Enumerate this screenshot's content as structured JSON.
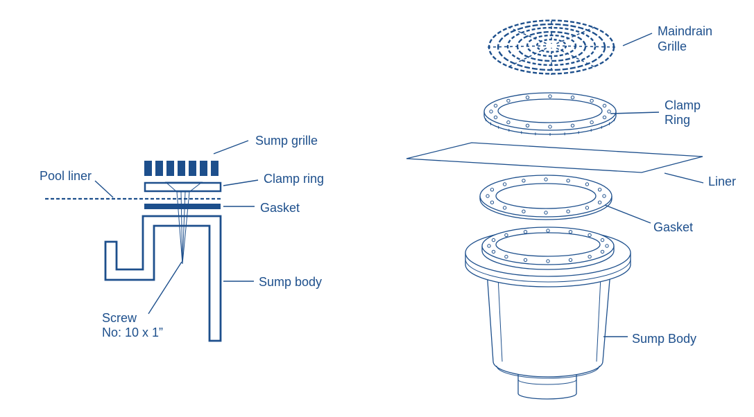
{
  "colors": {
    "ink": "#1d4f8c",
    "background": "#ffffff"
  },
  "left_diagram": {
    "labels": {
      "sump_grille": "Sump grille",
      "pool_liner": "Pool liner",
      "clamp_ring": "Clamp ring",
      "gasket": "Gasket",
      "sump_body": "Sump body",
      "screw": "Screw",
      "screw_spec": "No: 10 x 1”"
    }
  },
  "right_diagram": {
    "labels": {
      "maindrain_grille": [
        "Maindrain",
        "Grille"
      ],
      "clamp_ring": [
        "Clamp",
        "Ring"
      ],
      "liner": "Liner",
      "gasket": "Gasket",
      "sump_body": "Sump Body"
    }
  }
}
